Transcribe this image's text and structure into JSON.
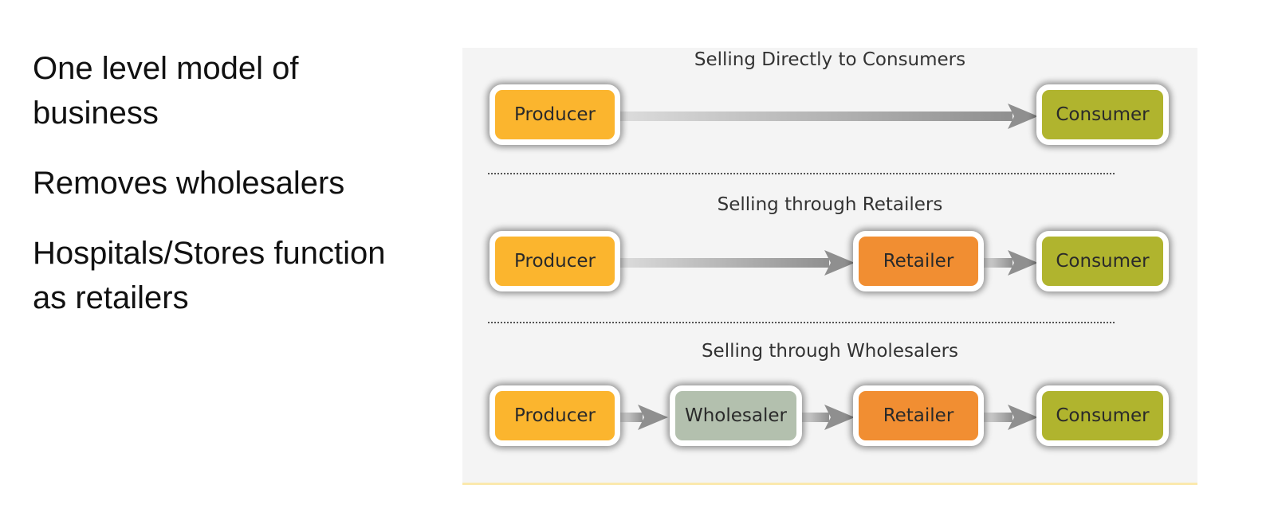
{
  "bullets": [
    "One level model of business",
    "Removes wholesalers",
    "Hospitals/Stores function as retailers"
  ],
  "diagram": {
    "rows": [
      {
        "title": "Selling Directly to Consumers",
        "nodes": [
          "Producer",
          "Consumer"
        ]
      },
      {
        "title": "Selling through Retailers",
        "nodes": [
          "Producer",
          "Retailer",
          "Consumer"
        ]
      },
      {
        "title": "Selling through Wholesalers",
        "nodes": [
          "Producer",
          "Wholesaler",
          "Retailer",
          "Consumer"
        ]
      }
    ]
  },
  "colors": {
    "producer": "#fbb52e",
    "wholesaler": "#b3c0ae",
    "retailer": "#f18e32",
    "consumer": "#b0b42e"
  }
}
